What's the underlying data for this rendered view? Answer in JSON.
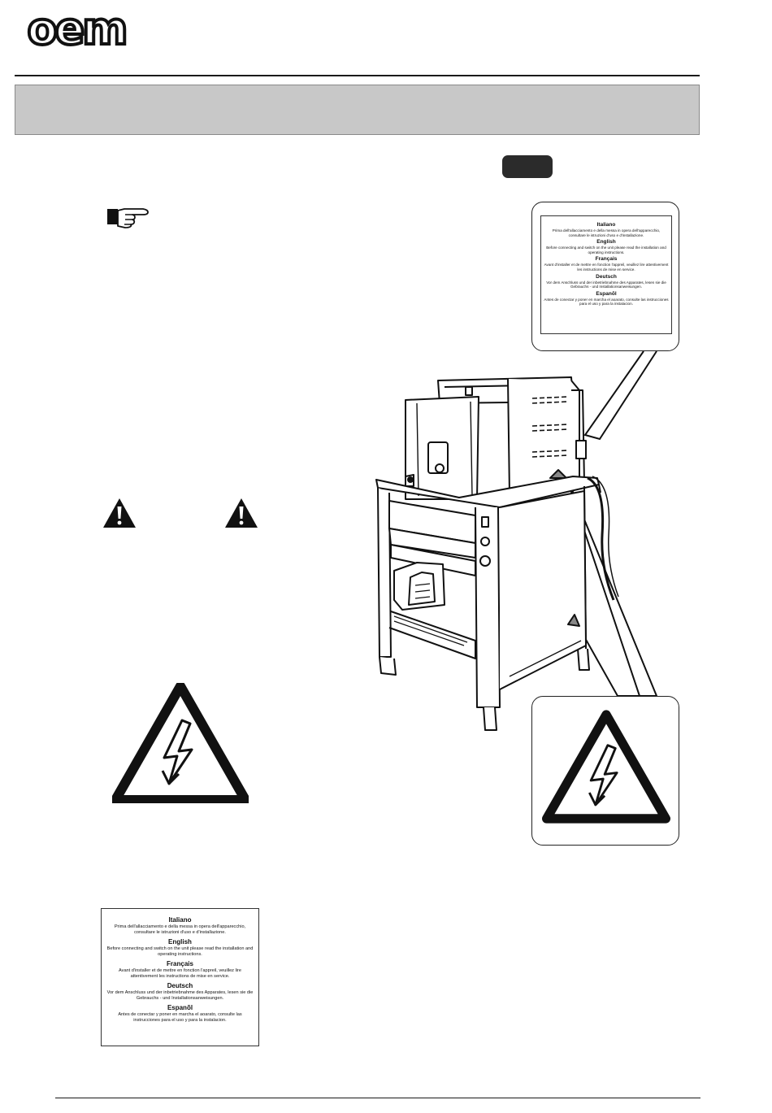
{
  "brand": {
    "logo_text": "oem"
  },
  "label": {
    "entries": [
      {
        "lang": "Italiano",
        "text": "Prima dell'allacciamento e della messa in opera dell'apparecchio, consultare le istruzioni d'uso e d'installazione."
      },
      {
        "lang": "English",
        "text": "Before connecting and switch on the unit please read the installation and operating instructions."
      },
      {
        "lang": "Français",
        "text": "Avant d'installer et de mettre en fonction l'appreil, veuillez lire attentivement les instructions de mise en service."
      },
      {
        "lang": "Deutsch",
        "text": "Vor dem Anschluss und der inbetriebnahme des Apparates, lesen sie die Gebrauchs - und Installationsanweisungen."
      },
      {
        "lang": "Espanõl",
        "text": "Antes de conectar y poner en marcha el aoarato, consulte las instrucciones para el uso y para la instalacion."
      }
    ]
  },
  "icons": {
    "hand": "pointing-hand-icon",
    "warning": "warning-triangle-icon",
    "electric": "electrical-hazard-icon"
  },
  "colors": {
    "title_bar": "#c8c8c8",
    "tab": "#2b2b2b",
    "ink": "#111111"
  }
}
